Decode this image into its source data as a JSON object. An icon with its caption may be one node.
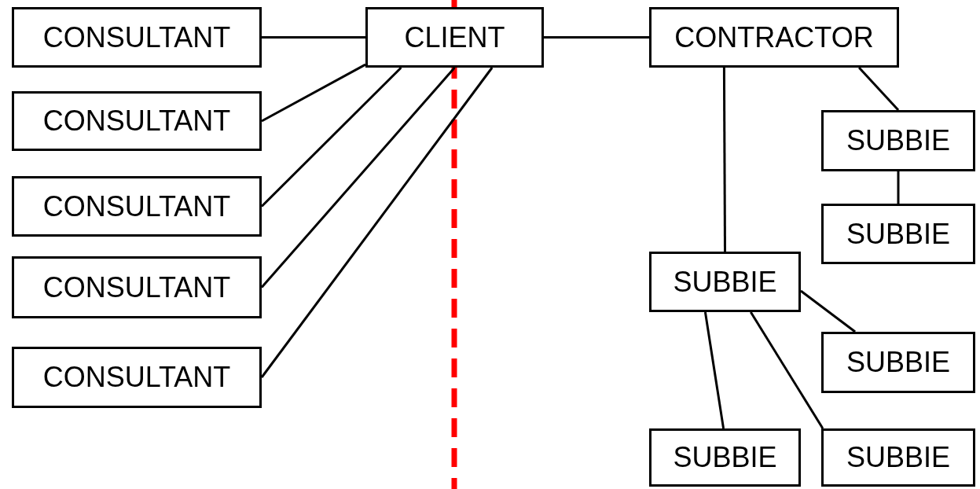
{
  "diagram": {
    "nodes": [
      {
        "text": [
          "CONSULTANT"
        ]
      },
      {
        "text": [
          "CLIENT"
        ]
      },
      {
        "text": [
          "CONTRACTOR"
        ]
      },
      {
        "text": [
          "CONSULTANT"
        ]
      },
      {
        "text": [
          "CONSULTANT"
        ]
      },
      {
        "text": [
          "CONSULTANT"
        ]
      },
      {
        "text": [
          "CONSULTANT"
        ]
      },
      {
        "text": [
          "SUBBIE"
        ]
      },
      {
        "text": [
          "SUBBIE"
        ]
      },
      {
        "text": [
          "SUBBIE"
        ]
      },
      {
        "text": [
          "SUBBIE"
        ]
      },
      {
        "text": [
          "SUBBIE"
        ]
      },
      {
        "text": [
          "SUBBIE"
        ]
      }
    ],
    "edges": [
      {
        "from": 0,
        "to": 1,
        "arrow": "none"
      },
      {
        "from": 3,
        "to": 1,
        "arrow": "none"
      },
      {
        "from": 4,
        "to": 1,
        "arrow": "none"
      },
      {
        "from": 5,
        "to": 1,
        "arrow": "none"
      },
      {
        "from": 6,
        "to": 1,
        "arrow": "none"
      },
      {
        "from": 1,
        "to": 2,
        "arrow": "none"
      },
      {
        "from": 2,
        "to": 7,
        "arrow": "none"
      },
      {
        "from": 2,
        "to": 9,
        "arrow": "none"
      },
      {
        "from": 7,
        "to": 8,
        "arrow": "none"
      },
      {
        "from": 9,
        "to": 10,
        "arrow": "none"
      },
      {
        "from": 9,
        "to": 11,
        "arrow": "none"
      },
      {
        "from": 9,
        "to": 12,
        "arrow": "none"
      }
    ]
  }
}
